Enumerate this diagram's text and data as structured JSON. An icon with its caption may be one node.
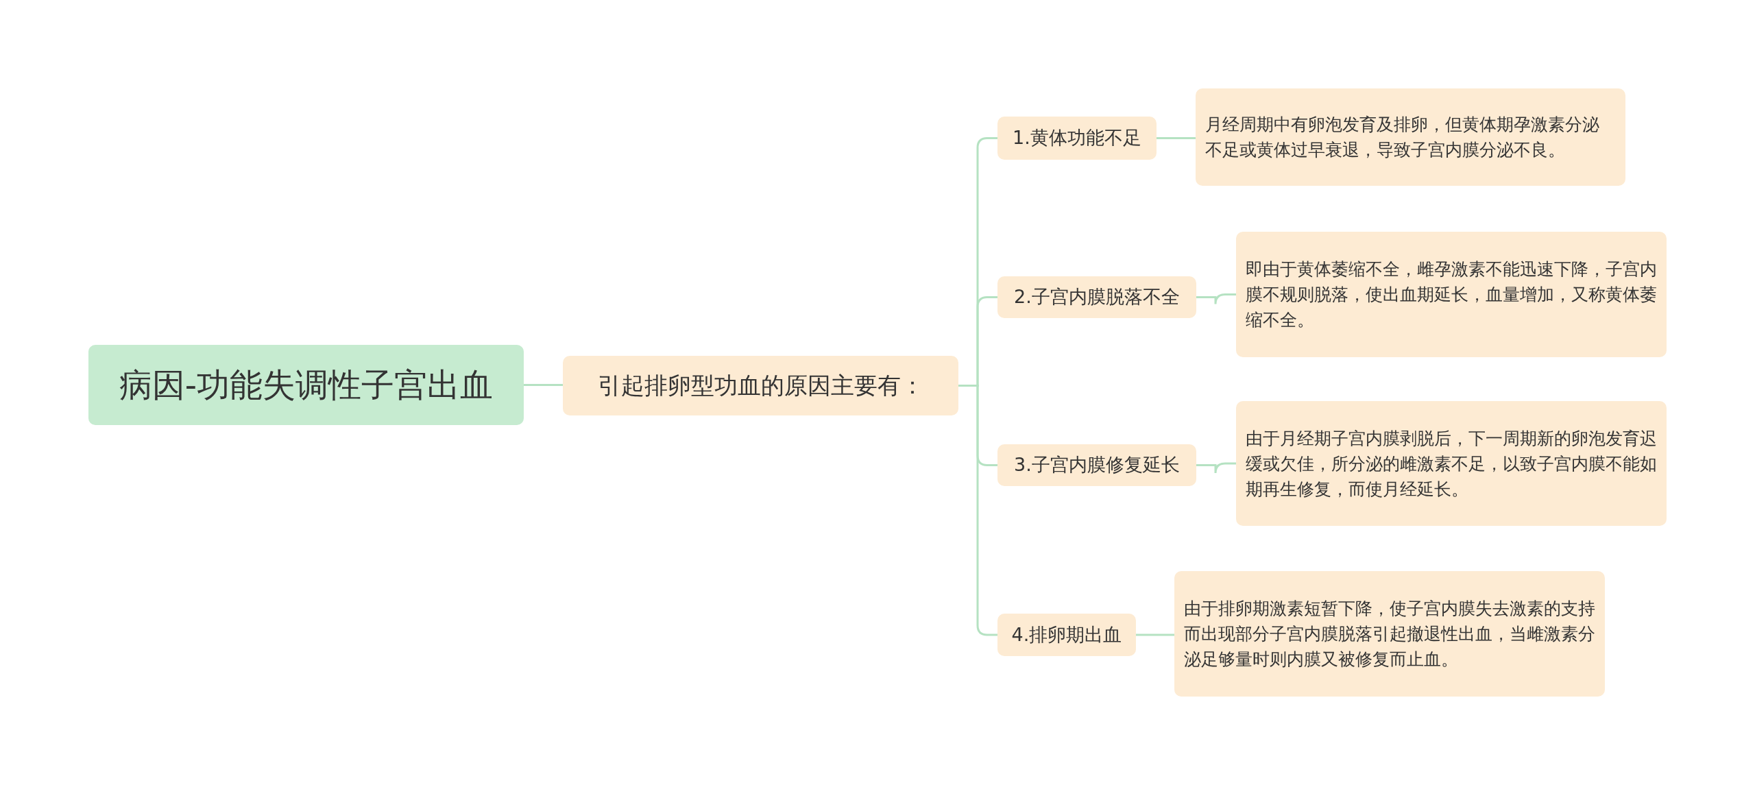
{
  "diagram": {
    "nodes": [
      {
        "text": [
          "病因-功能失调性子宫出血"
        ]
      },
      {
        "text": [
          "引起排卵型功血的原因主要有："
        ]
      },
      {
        "text": [
          "1.黄体功能不足"
        ]
      },
      {
        "text": [
          "月经周期中有卵泡发育及排卵，但黄体期孕激素分泌不足或黄体过早衰退，导致子宫内膜分泌不良。"
        ]
      },
      {
        "text": [
          "2.子宫内膜脱落不全"
        ]
      },
      {
        "text": [
          "即由于黄体萎缩不全，雌孕激素不能迅速下降，子宫内膜不规则脱落，使出血期延长，血量增加，又称黄体萎缩不全。"
        ]
      },
      {
        "text": [
          "3.子宫内膜修复延长"
        ]
      },
      {
        "text": [
          "由于月经期子宫内膜剥脱后，下一周期新的卵泡发育迟缓或欠佳，所分泌的雌激素不足，以致子宫内膜不能如期再生修复，而使月经延长。"
        ]
      },
      {
        "text": [
          "4.排卵期出血"
        ]
      },
      {
        "text": [
          "由于排卵期激素短暂下降，使子宫内膜失去激素的支持而出现部分子宫内膜脱落引起撤退性出血，当雌激素分泌足够量时则内膜又被修复而止血。"
        ]
      }
    ],
    "edges": [
      {
        "from": 0,
        "to": 1,
        "arrow": "none"
      },
      {
        "from": 1,
        "to": 2,
        "arrow": "none"
      },
      {
        "from": 1,
        "to": 4,
        "arrow": "none"
      },
      {
        "from": 1,
        "to": 6,
        "arrow": "none"
      },
      {
        "from": 1,
        "to": 8,
        "arrow": "none"
      },
      {
        "from": 2,
        "to": 3,
        "arrow": "none"
      },
      {
        "from": 4,
        "to": 5,
        "arrow": "none"
      },
      {
        "from": 6,
        "to": 7,
        "arrow": "none"
      },
      {
        "from": 8,
        "to": 9,
        "arrow": "none"
      }
    ]
  }
}
